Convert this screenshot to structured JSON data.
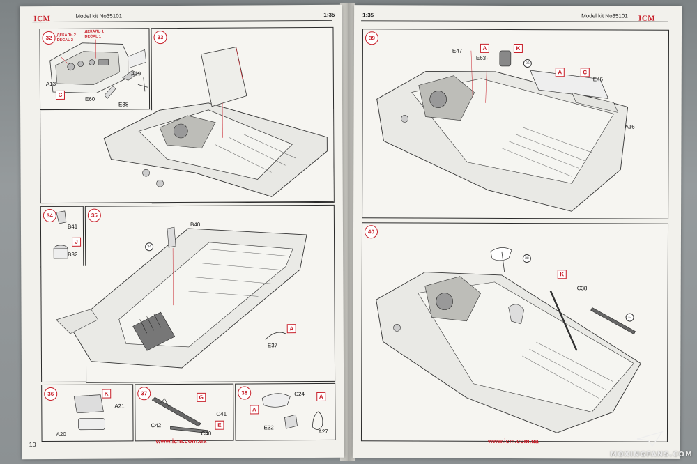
{
  "left_page": {
    "brand": "ICM",
    "header_title": "Model kit No35101",
    "scale": "1:35",
    "page_number": "10",
    "url": "www.icm.com.ua",
    "steps": {
      "s32": {
        "number": "32",
        "decal_2_ru": "ДЕКАЛЬ 2",
        "decal_2_en": "DECAL 2",
        "decal_1_ru": "ДЕКАЛЬ 1",
        "decal_1_en": "DECAL 1",
        "parts": [
          "A13",
          "E60",
          "E38",
          "A29"
        ],
        "color_code": "C"
      },
      "s33": {
        "number": "33"
      },
      "s34": {
        "number": "34",
        "parts": [
          "B41",
          "B32"
        ],
        "color_code": "J"
      },
      "s35": {
        "number": "35",
        "parts": [
          "B40",
          "E37"
        ],
        "sub_ref": "34",
        "color_code": "A"
      },
      "s36": {
        "number": "36",
        "parts": [
          "A21",
          "A20"
        ],
        "color_code": "K"
      },
      "s37": {
        "number": "37",
        "parts": [
          "C41",
          "C42",
          "C40"
        ],
        "color_codes": [
          "G",
          "E"
        ]
      },
      "s38": {
        "number": "38",
        "parts": [
          "C24",
          "E32",
          "A27"
        ],
        "color_codes": [
          "A",
          "A"
        ]
      }
    }
  },
  "right_page": {
    "brand": "ICM",
    "header_title": "Model kit No35101",
    "scale": "1:35",
    "url": "www.icm.com.ua",
    "steps": {
      "s39": {
        "number": "39",
        "parts": [
          "E47",
          "E63",
          "E46",
          "A16"
        ],
        "color_codes": [
          "A",
          "K",
          "A",
          "C"
        ],
        "sub_ref": "36"
      },
      "s40": {
        "number": "40",
        "parts": [
          "C38"
        ],
        "color_code": "K",
        "sub_refs": [
          "38",
          "37"
        ]
      }
    }
  },
  "watermark": "MOXINGFANS.COM"
}
